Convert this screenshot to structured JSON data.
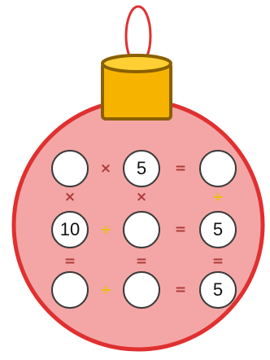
{
  "colors": {
    "ornament_fill": "#f4a6a6",
    "ornament_stroke": "#e03030",
    "cap_fill": "#f6b400",
    "cap_stroke": "#8a6000",
    "hanger_stroke": "#e03030",
    "cell_fill": "#ffffff",
    "operator_red": "#b03a3a",
    "operator_yellow": "#e6c200"
  },
  "puzzle": {
    "r1c1": "",
    "r1c2": "5",
    "r1c3": "",
    "r2c1": "10",
    "r2c2": "",
    "r2c3": "5",
    "r3c1": "",
    "r3c2": "",
    "r3c3": "5",
    "op_r1_a": "×",
    "op_r1_b": "=",
    "op_r2_a": "÷",
    "op_r2_b": "=",
    "op_r3_a": "÷",
    "op_r3_b": "=",
    "op_c1_a": "×",
    "op_c2_a": "×",
    "op_c3_a": "÷",
    "op_c1_b": "=",
    "op_c2_b": "=",
    "op_c3_b": "="
  }
}
